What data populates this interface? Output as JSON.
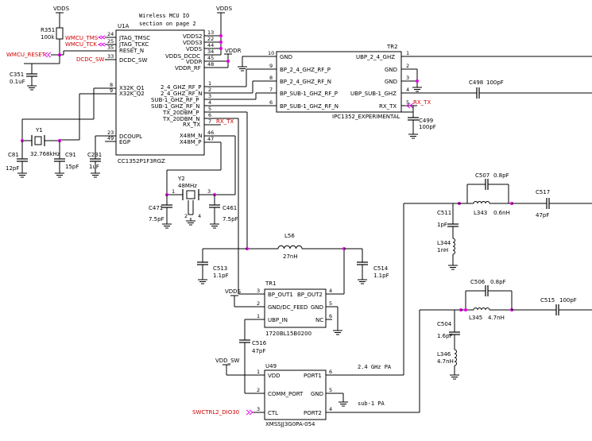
{
  "power": {
    "vdds": "VDDS",
    "vddr": "VDDR",
    "vdd_sw": "VDD_SW"
  },
  "mcu": {
    "ref": "U1A",
    "part": "CC1352P1F3RGZ",
    "note_line1": "Wireless MCU IO",
    "note_line2": "section on page 2",
    "pins_left": [
      {
        "num": "24",
        "name": "JTAG_TMSC"
      },
      {
        "num": "25",
        "name": "JTAG_TCKC"
      },
      {
        "num": "35",
        "name": "RESET_N"
      },
      {
        "num": "33",
        "name": "DCDC_SW"
      },
      {
        "num": "8",
        "name": "X32K_Q1"
      },
      {
        "num": "9",
        "name": "X32K_Q2"
      },
      {
        "num": "23",
        "name": "DCOUPL"
      },
      {
        "num": "49",
        "name": "EGP"
      }
    ],
    "pins_right": [
      {
        "num": "13",
        "name": "VDDS2"
      },
      {
        "num": "22",
        "name": "VDDS3"
      },
      {
        "num": "44",
        "name": "VDDS"
      },
      {
        "num": "34",
        "name": "VDDS_DCDC"
      },
      {
        "num": "45",
        "name": "VDDR"
      },
      {
        "num": "48",
        "name": "VDDR_RF"
      },
      {
        "num": "1",
        "name": "2_4_GHZ_RF_P"
      },
      {
        "num": "2",
        "name": "2_4_GHZ_RF_N"
      },
      {
        "num": "3",
        "name": "SUB-1_GHZ_RF_P"
      },
      {
        "num": "4",
        "name": "SUB-1_GHZ_RF_N"
      },
      {
        "num": "5",
        "name": "TX_20DBM_P"
      },
      {
        "num": "6",
        "name": "TX_20DBM_N"
      },
      {
        "num": "7",
        "name": "RX_TX"
      },
      {
        "num": "46",
        "name": "X48M_N"
      },
      {
        "num": "47",
        "name": "X48M_P"
      }
    ]
  },
  "nets": {
    "wmcu_tms": "WMCU_TMS",
    "wmcu_tck": "WMCU_TCK",
    "wmcu_reset": "WMCU_RESET",
    "dcdc_sw": "DCDC_SW",
    "rx_tx": "RX_TX",
    "swctrl2": "SWCTRL2_DIO30",
    "freq_24": "2.4 GHz PA",
    "freq_sub1": "sub-1 PA"
  },
  "passives": {
    "r351": {
      "ref": "R351",
      "value": "100k"
    },
    "c351": {
      "ref": "C351",
      "value": "0.1uF"
    },
    "y1": {
      "ref": "Y1",
      "value": "32.768kHz"
    },
    "c81": {
      "ref": "C81",
      "value": "12pF"
    },
    "c91": {
      "ref": "C91",
      "value": "15pF"
    },
    "c231": {
      "ref": "C231",
      "value": "1uF"
    },
    "y2": {
      "ref": "Y2",
      "value": "48MHz"
    },
    "c471": {
      "ref": "C471",
      "value": "7.5pF"
    },
    "c461": {
      "ref": "C461",
      "value": "7.5pF"
    },
    "l56": {
      "ref": "L56",
      "value": "27nH"
    },
    "c513": {
      "ref": "C513",
      "value": "1.1pF"
    },
    "c514": {
      "ref": "C514",
      "value": "1.1pF"
    },
    "c516": {
      "ref": "C516",
      "value": "47pF"
    },
    "c498": {
      "ref": "C498",
      "value": "100pF"
    },
    "c499": {
      "ref": "C499",
      "value": "100pF"
    },
    "c507": {
      "ref": "C507",
      "value": "0.8pF"
    },
    "l343": {
      "ref": "L343",
      "value": "0.6nH"
    },
    "c517": {
      "ref": "C517",
      "value": "47pF"
    },
    "c511": {
      "ref": "C511",
      "value": "1pF"
    },
    "l344": {
      "ref": "L344",
      "value": "1nH"
    },
    "c506": {
      "ref": "C506",
      "value": "0.8pF"
    },
    "l345": {
      "ref": "L345",
      "value": "4.7nH"
    },
    "c515": {
      "ref": "C515",
      "value": "100pF"
    },
    "c504": {
      "ref": "C504",
      "value": "1.6pF"
    },
    "l346": {
      "ref": "L346",
      "value": "4.7nH"
    }
  },
  "tr2": {
    "ref": "TR2",
    "part": "IPC1352_EXPERIMENTAL",
    "left": [
      {
        "num": "10",
        "name": "GND"
      },
      {
        "num": "9",
        "name": "BP_2_4_GHZ_RF_P"
      },
      {
        "num": "8",
        "name": "BP_2_4_GHZ_RF_N"
      },
      {
        "num": "7",
        "name": "BP_SUB-1_GHZ_RF_P"
      },
      {
        "num": "6",
        "name": "BP_SUB-1_GHZ_RF_N"
      }
    ],
    "right": [
      {
        "num": "1",
        "name": "UBP_2_4_GHZ"
      },
      {
        "num": "2",
        "name": "GND"
      },
      {
        "num": "3",
        "name": "GND"
      },
      {
        "num": "4",
        "name": "UBP_SUB-1_GHZ"
      },
      {
        "num": "5",
        "name": "RX_TX"
      }
    ]
  },
  "tr1": {
    "ref": "TR1",
    "part": "1720BL15B0200",
    "pins": [
      {
        "num": "3",
        "name": "BP_OUT1"
      },
      {
        "num": "4",
        "name": "BP_OUT2"
      },
      {
        "num": "2",
        "name": "GND/DC_FEED"
      },
      {
        "num": "5",
        "name": "GND"
      },
      {
        "num": "1",
        "name": "UBP_IN"
      },
      {
        "num": "6",
        "name": "NC"
      }
    ]
  },
  "u49": {
    "ref": "U49",
    "part": "XMSSJJ3G0PA-054",
    "pins": [
      {
        "num": "1",
        "name": "VDD"
      },
      {
        "num": "6",
        "name": "PORT1"
      },
      {
        "num": "2",
        "name": "COMM_PORT"
      },
      {
        "num": "5",
        "name": "GND"
      },
      {
        "num": "3",
        "name": "CTL"
      },
      {
        "num": "4",
        "name": "PORT2"
      }
    ]
  },
  "y2_pins": [
    "1",
    "2",
    "3",
    "4"
  ]
}
